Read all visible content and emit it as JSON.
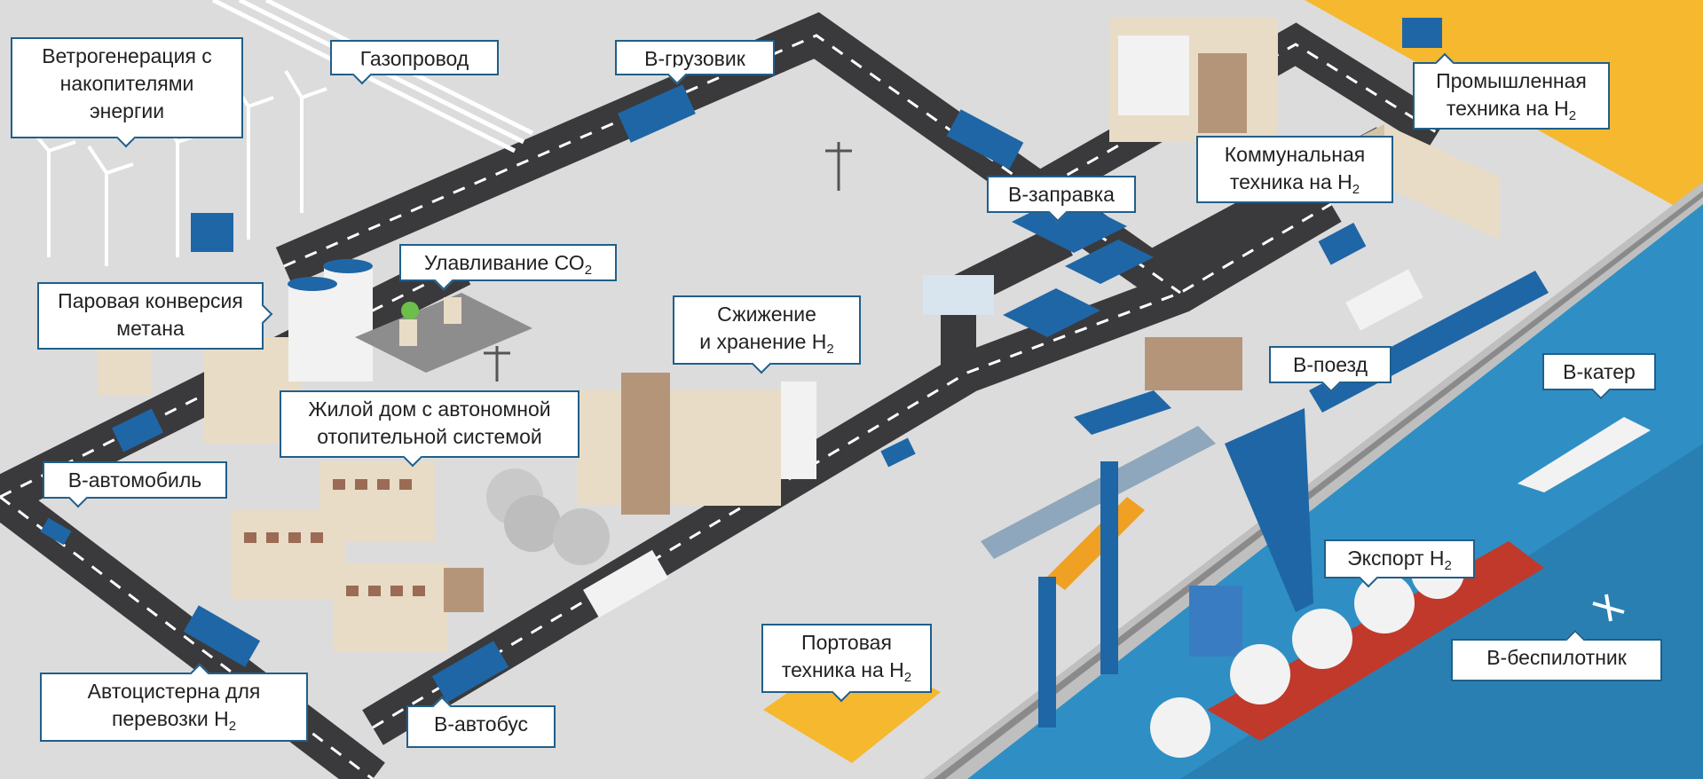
{
  "labels": {
    "wind": [
      "Ветрогенерация с",
      "накопителями",
      "энергии"
    ],
    "gas_pipeline": "Газопровод",
    "h_truck": "В-грузовик",
    "industrial": {
      "line1": "Промышленная",
      "line2_pre": "техника на Н",
      "line2_sub": "2"
    },
    "co2": {
      "pre": "Улавливание СО",
      "sub": "2"
    },
    "steam": [
      "Паровая конверсия",
      "метана"
    ],
    "municipal": {
      "line1": "Коммунальная",
      "line2_pre": "техника на Н",
      "line2_sub": "2"
    },
    "station": "В-заправка",
    "liquefaction": {
      "line1": "Сжижение",
      "line2_pre": "и хранение Н",
      "line2_sub": "2"
    },
    "house": [
      "Жилой дом с автономной",
      "отопительной системой"
    ],
    "train": "В-поезд",
    "boat": "В-катер",
    "car": "В-автомобиль",
    "export": {
      "pre": "Экспорт Н",
      "sub": "2"
    },
    "tanker_truck": {
      "line1": "Автоцистерна для",
      "line2_pre": "перевозки Н",
      "line2_sub": "2"
    },
    "port": {
      "line1": "Портовая",
      "line2_pre": "техника на Н",
      "line2_sub": "2"
    },
    "drone": "В-беспилотник",
    "bus": "В-автобус"
  },
  "colors": {
    "ground": "#dcdcdc",
    "road": "#3a3a3c",
    "sea": "#2f8fc4",
    "field": "#f5b82e",
    "callout_border": "#1f5f8b",
    "vehicle_blue": "#1f66a6"
  }
}
